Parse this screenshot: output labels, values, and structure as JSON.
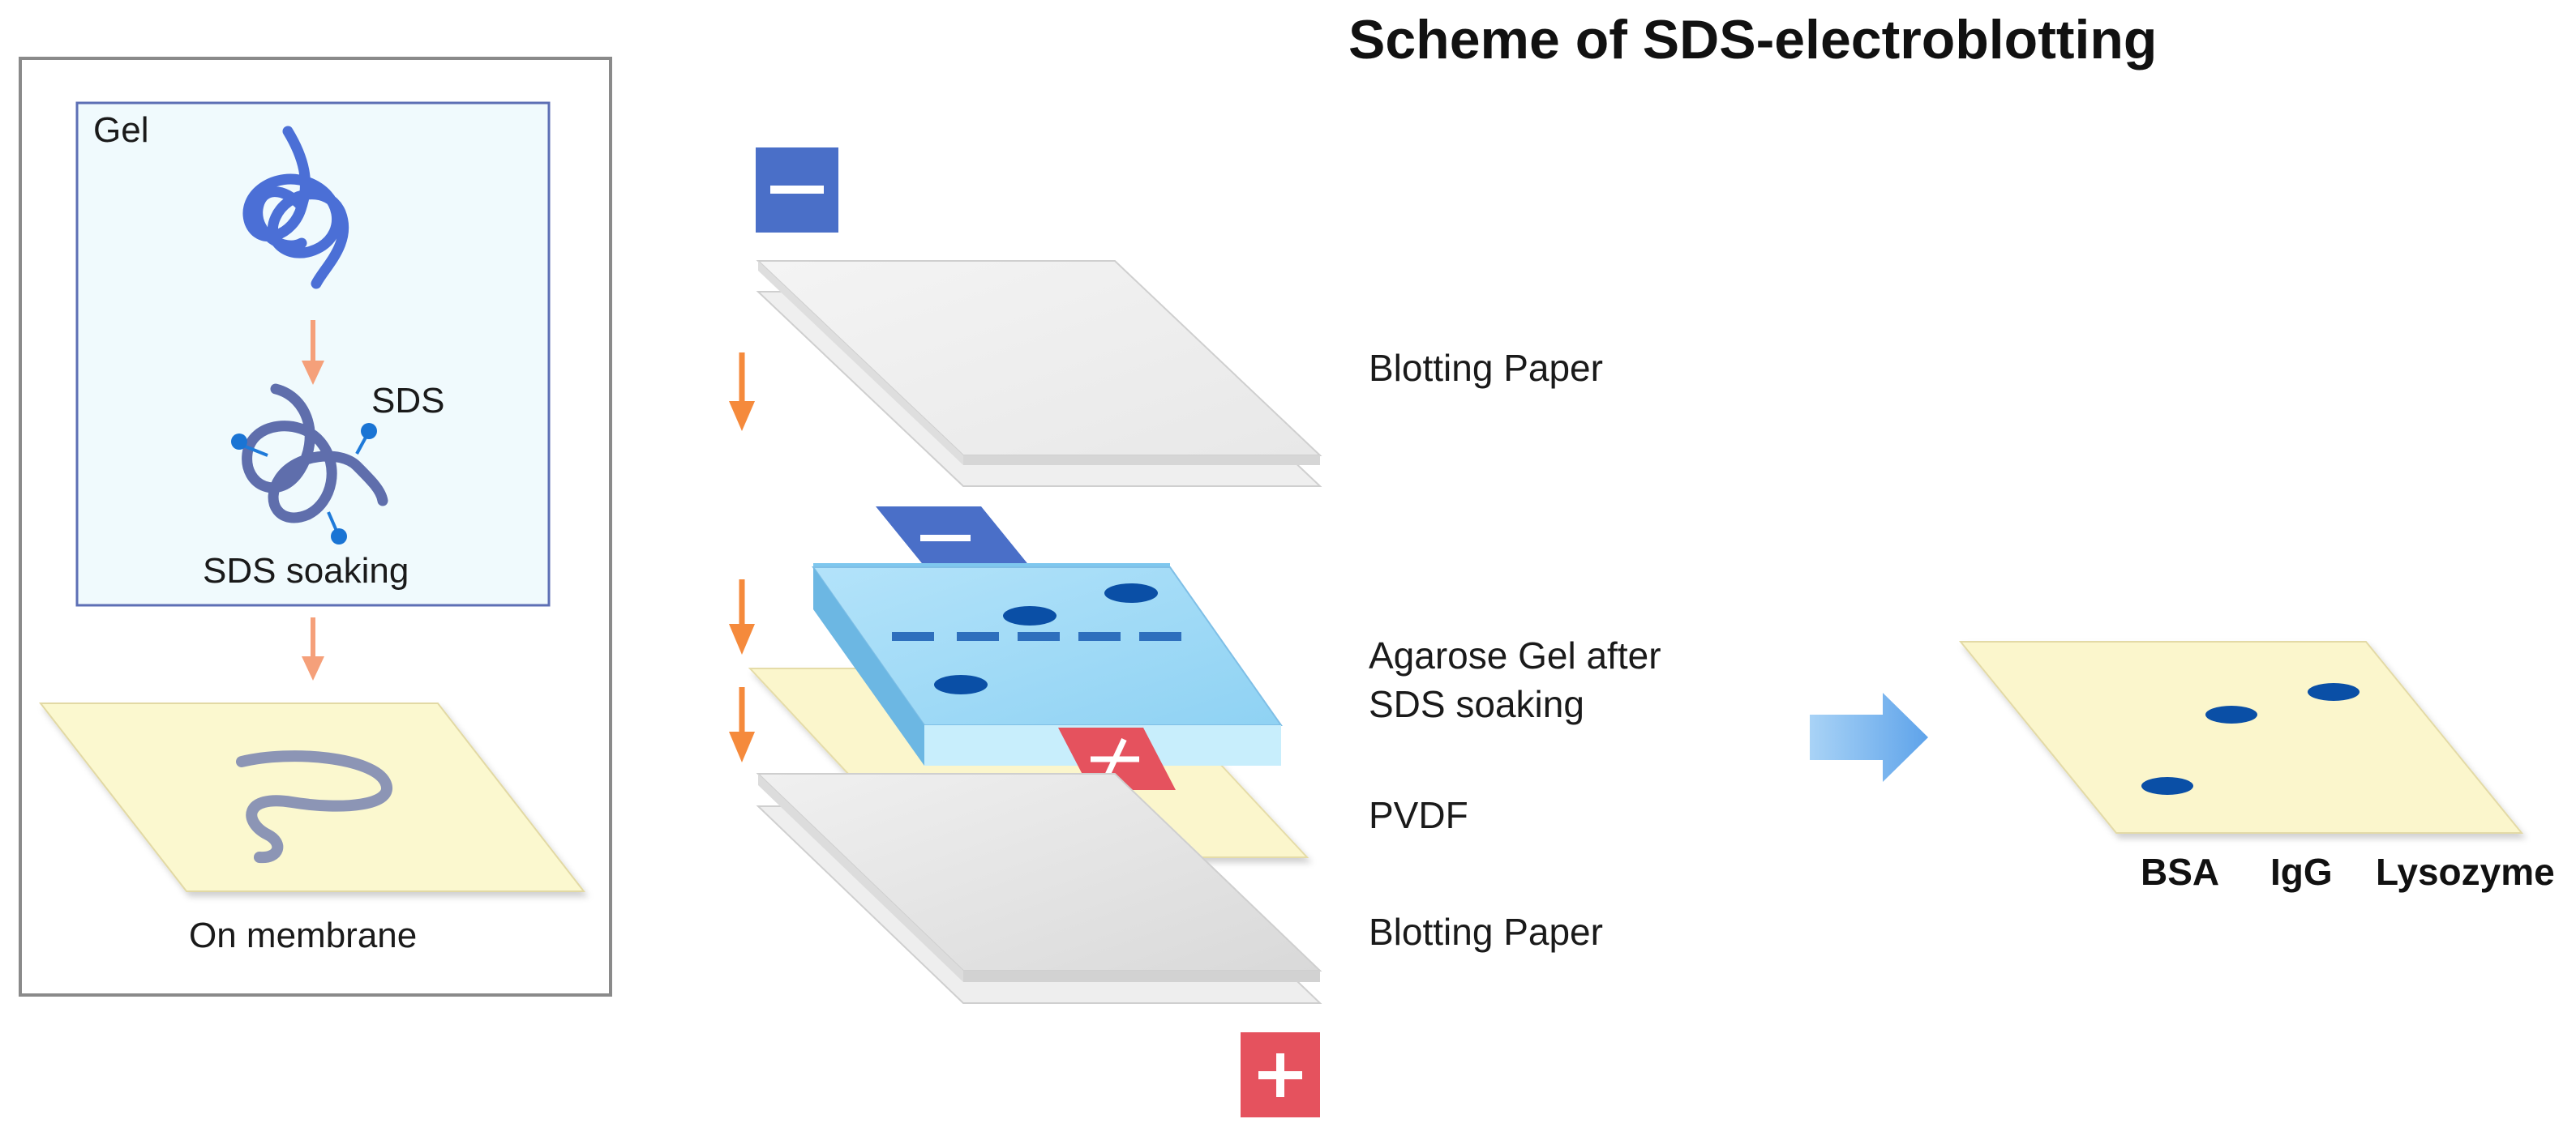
{
  "title": "Scheme of SDS-electroblotting",
  "left_panel": {
    "gel_label": "Gel",
    "sds_label": "SDS",
    "soaking_label": "SDS soaking",
    "membrane_label": "On membrane"
  },
  "electrodes": {
    "negative_symbol": "−",
    "positive_symbol": "+"
  },
  "stack_layers": [
    {
      "label": "Blotting Paper"
    },
    {
      "label": "Agarose Gel after",
      "label2": "SDS soaking"
    },
    {
      "label": "PVDF"
    },
    {
      "label": "Blotting Paper"
    }
  ],
  "result": {
    "proteins": [
      "BSA",
      "IgG",
      "Lysozyme"
    ]
  },
  "colors": {
    "negative_electrode": "#4a6fc8",
    "positive_electrode": "#e5525e",
    "arrow_orange": "#f58a3c",
    "gel_blue": "#a9dcf5",
    "membrane_yellow": "#fbf6cc",
    "band_blue": "#0a4fa6",
    "big_arrow": "#7db7ee"
  }
}
